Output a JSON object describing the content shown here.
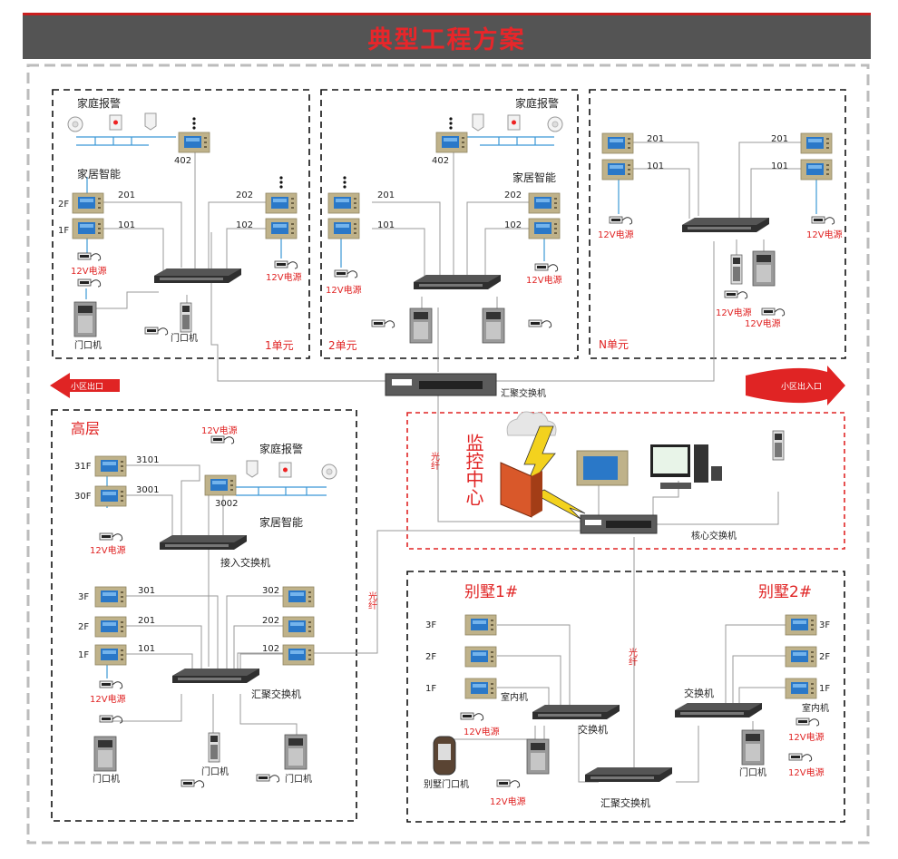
{
  "header": {
    "title": "典型工程方案"
  },
  "colors": {
    "accent_red": "#e02424",
    "banner_bg": "#545454",
    "wire_gray": "#9a9a9a",
    "wire_blue": "#3b98d6",
    "monitor_frame": "#b7a77d",
    "screen_blue": "#2a78c8"
  },
  "units": {
    "unit1": {
      "title": "1单元",
      "alarm": "家庭报警",
      "smart": "家居智能",
      "r402": "402",
      "r201": "201",
      "r101": "101",
      "r202": "202",
      "r102": "102",
      "f2": "2F",
      "f1": "1F",
      "power_a": "12V电源",
      "power_b": "12V电源",
      "door_a": "门口机",
      "door_b": "门口机"
    },
    "unit2": {
      "title": "2单元",
      "alarm": "家庭报警",
      "smart": "家居智能",
      "r402": "402",
      "r201": "201",
      "r101": "101",
      "r202": "202",
      "r102": "102",
      "power_a": "12V电源",
      "power_b": "12V电源"
    },
    "unitN": {
      "title": "N单元",
      "r201a": "201",
      "r101a": "101",
      "r201b": "201",
      "r101b": "101",
      "power_a": "12V电源",
      "power_b": "12V电源",
      "power_c": "12V电源",
      "power_d": "12V电源"
    }
  },
  "center": {
    "aggregation_switch": "汇聚交换机",
    "exit": "小区出口",
    "entry": "小区出入口",
    "fiber": "光纤",
    "monitor_title": "监控中心",
    "core_switch": "核心交换机"
  },
  "highrise": {
    "title": "高层",
    "alarm": "家庭报警",
    "smart": "家居智能",
    "power_top": "12V电源",
    "r3101": "3101",
    "r3001": "3001",
    "r3002": "3002",
    "f31": "31F",
    "f30": "30F",
    "power_1": "12V电源",
    "access_switch": "接入交换机",
    "r301": "301",
    "r201": "201",
    "r101": "101",
    "r302": "302",
    "r202": "202",
    "r102": "102",
    "f3": "3F",
    "f2": "2F",
    "f1": "1F",
    "power_2": "12V电源",
    "agg_switch": "汇聚交换机",
    "door_1": "门口机",
    "door_2": "门口机",
    "door_3": "门口机"
  },
  "villa": {
    "title1": "别墅1#",
    "title2": "别墅2#",
    "f3a": "3F",
    "f2a": "2F",
    "f1a": "1F",
    "f3b": "3F",
    "f2b": "2F",
    "f1b": "1F",
    "indoor_a": "室内机",
    "indoor_b": "室内机",
    "power_a": "12V电源",
    "power_b": "12V电源",
    "power_c": "12V电源",
    "power_d": "12V电源",
    "switch_a": "交换机",
    "switch_b": "交换机",
    "agg_switch": "汇聚交换机",
    "villa_door": "别墅门口机",
    "door_b": "门口机"
  }
}
